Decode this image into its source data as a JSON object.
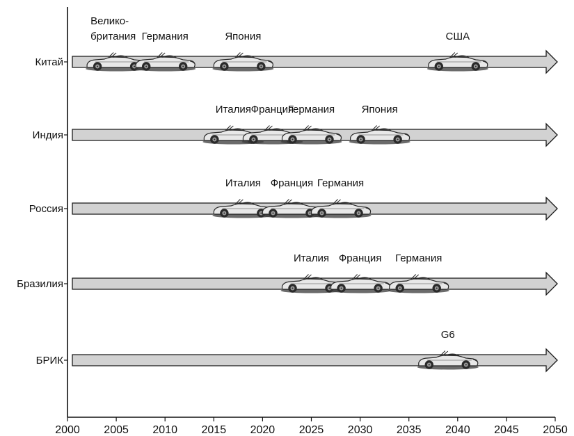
{
  "chart_data": {
    "type": "timeline",
    "x_axis": {
      "min": 2000,
      "max": 2050,
      "ticks": [
        2000,
        2005,
        2010,
        2015,
        2020,
        2025,
        2030,
        2035,
        2040,
        2045,
        2050
      ]
    },
    "rows": [
      {
        "label": "Китай",
        "events": [
          {
            "label": "Велико-\nбритания",
            "year": 2005
          },
          {
            "label": "Германия",
            "year": 2010
          },
          {
            "label": "Япония",
            "year": 2018
          },
          {
            "label": "США",
            "year": 2040
          }
        ]
      },
      {
        "label": "Индия",
        "events": [
          {
            "label": "Италия",
            "year": 2017
          },
          {
            "label": "Франция",
            "year": 2021
          },
          {
            "label": "Германия",
            "year": 2025
          },
          {
            "label": "Япония",
            "year": 2032
          }
        ]
      },
      {
        "label": "Россия",
        "events": [
          {
            "label": "Италия",
            "year": 2018
          },
          {
            "label": "Франция",
            "year": 2023
          },
          {
            "label": "Германия",
            "year": 2028
          }
        ]
      },
      {
        "label": "Бразилия",
        "events": [
          {
            "label": "Италия",
            "year": 2025
          },
          {
            "label": "Франция",
            "year": 2030
          },
          {
            "label": "Германия",
            "year": 2036
          }
        ]
      },
      {
        "label": "БРИК",
        "events": [
          {
            "label": "G6",
            "year": 2039
          }
        ]
      }
    ],
    "colors": {
      "arrow_fill": "#d2d2d2",
      "arrow_stroke": "#1a1a1a",
      "car_body": "#e8e8e8",
      "car_dark": "#2a2a2a",
      "axis": "#111111"
    },
    "icon": "convertible-car-icon"
  }
}
